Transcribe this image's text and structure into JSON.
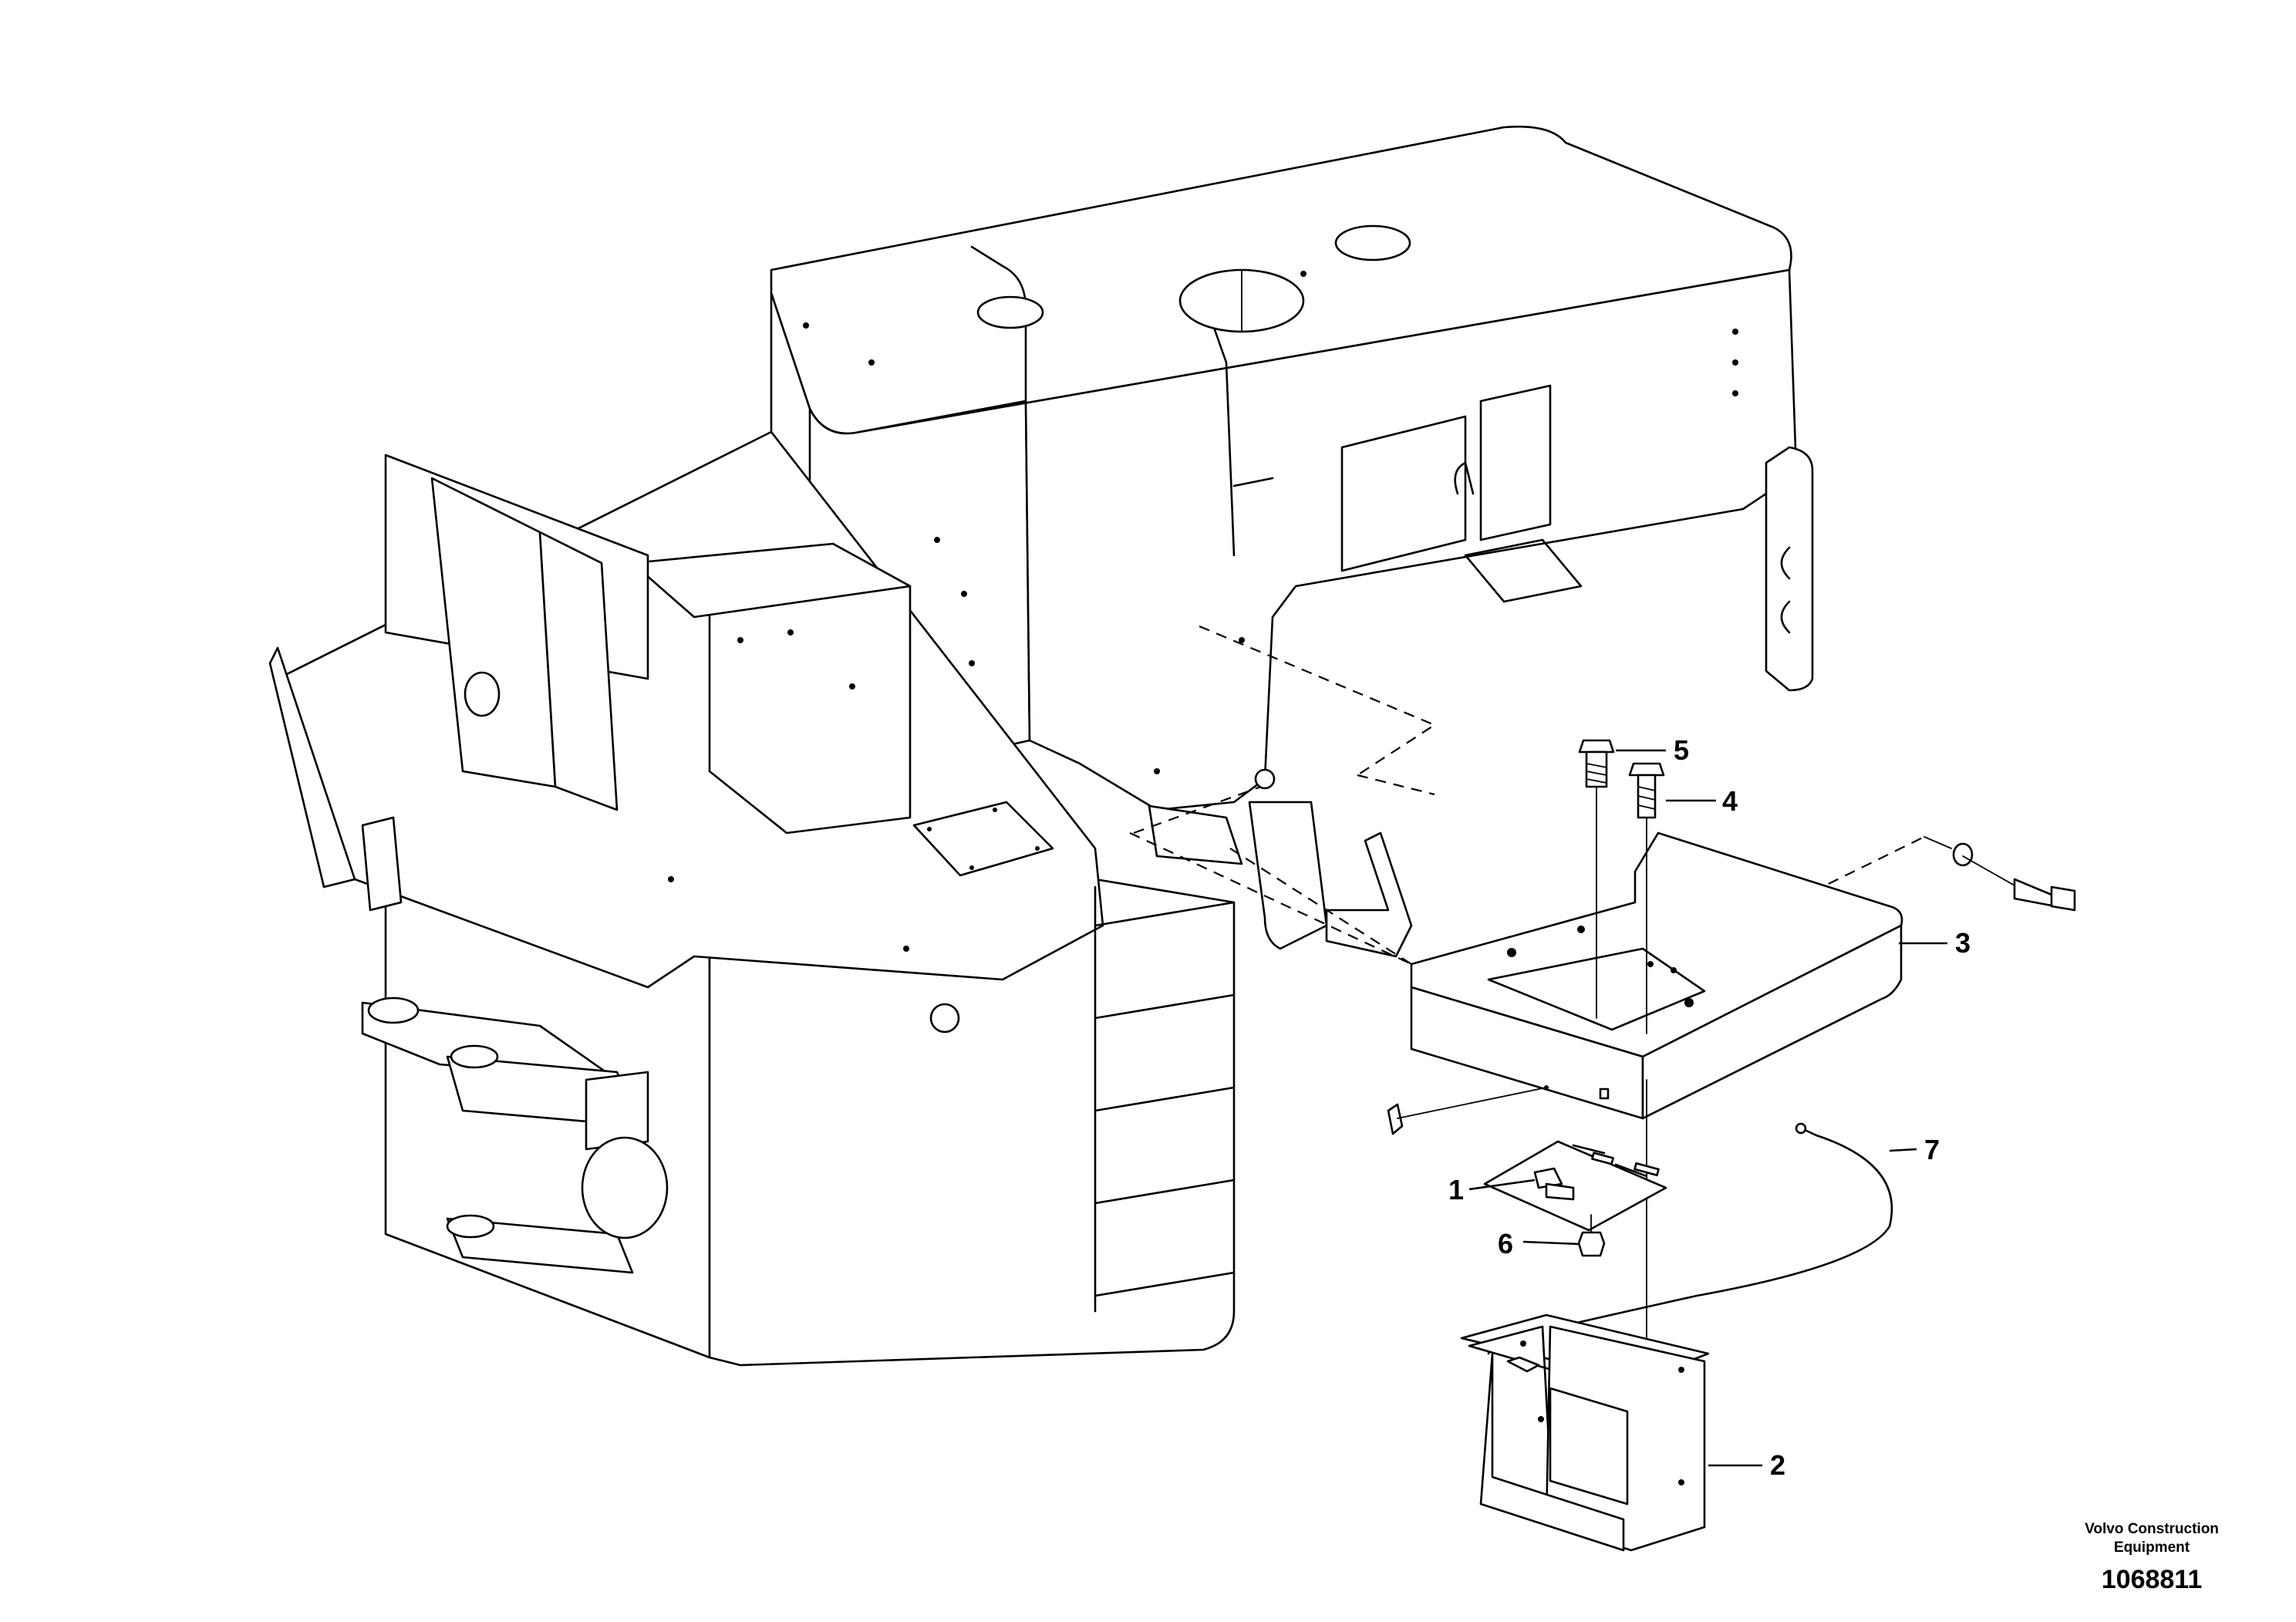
{
  "callouts": {
    "c1": "1",
    "c2": "2",
    "c3": "3",
    "c4": "4",
    "c5": "5",
    "c6": "6",
    "c7": "7"
  },
  "footer": {
    "brand_line1": "Volvo Construction",
    "brand_line2": "Equipment",
    "doc_number": "1068811"
  }
}
